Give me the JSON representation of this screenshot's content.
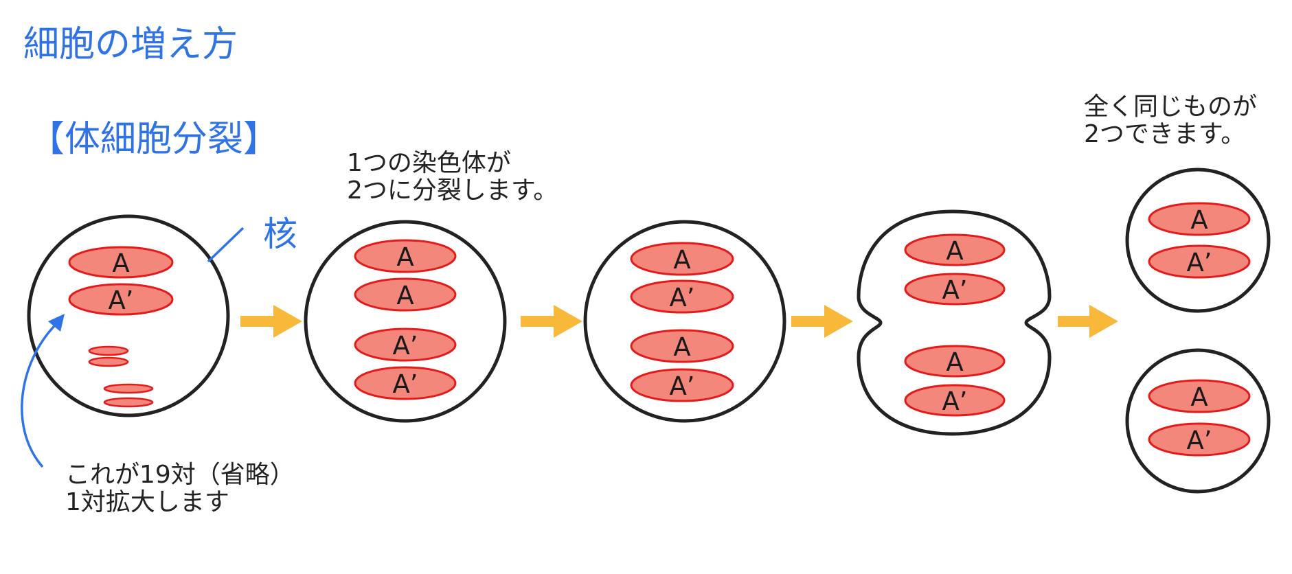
{
  "title": "細胞の増え方",
  "section": "【体細胞分裂】",
  "labels": {
    "nucleus": "核"
  },
  "notes": {
    "split": [
      "1つの染色体が",
      "2つに分裂します。"
    ],
    "same": [
      "全く同じものが",
      "2つできます。"
    ],
    "pairs": [
      "これが19対（省略）",
      "1対拡大します"
    ]
  },
  "chromosome_labels": {
    "a": "A",
    "a_prime": "A’"
  },
  "stages": [
    {
      "name": "stage-1",
      "chromosomes": [
        "A",
        "A’"
      ]
    },
    {
      "name": "stage-2",
      "chromosomes": [
        "A",
        "A",
        "A’",
        "A’"
      ]
    },
    {
      "name": "stage-3",
      "chromosomes": [
        "A",
        "A’",
        "A",
        "A’"
      ]
    },
    {
      "name": "stage-4",
      "chromosomes": [
        "A",
        "A’",
        "A",
        "A’"
      ]
    },
    {
      "name": "stage-5-top",
      "chromosomes": [
        "A",
        "A’"
      ]
    },
    {
      "name": "stage-5-bottom",
      "chromosomes": [
        "A",
        "A’"
      ]
    }
  ],
  "colors": {
    "title_blue": "#2f73e6",
    "arrow": "#f8b93a",
    "chromosome_fill": "#f4877c",
    "chromosome_stroke": "#e41b1b",
    "outline": "#222222"
  }
}
